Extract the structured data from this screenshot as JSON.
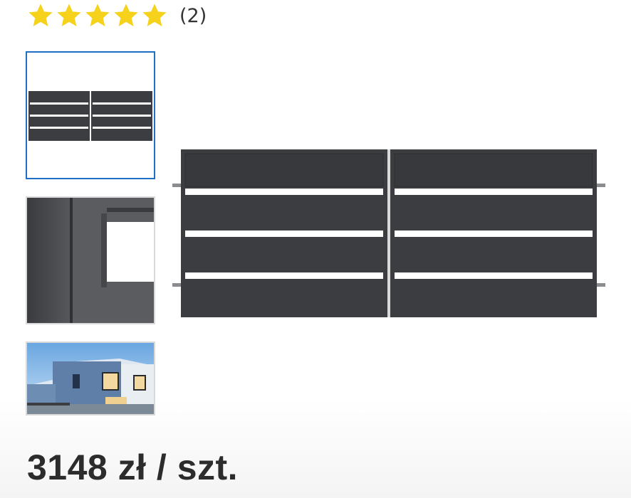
{
  "rating": {
    "stars_filled": 5,
    "stars_total": 5,
    "count_label": "(2)",
    "star_color": "#f6d21c"
  },
  "gallery": {
    "thumbnails": [
      {
        "name": "gate-front-thumbnail",
        "active": true
      },
      {
        "name": "gate-detail-thumbnail",
        "active": false
      },
      {
        "name": "house-photo-thumbnail",
        "active": false
      }
    ],
    "active_border_color": "#1f6fc5"
  },
  "product": {
    "price_label": "3148 zł / szt.",
    "gate_color": "#3c3d40"
  }
}
